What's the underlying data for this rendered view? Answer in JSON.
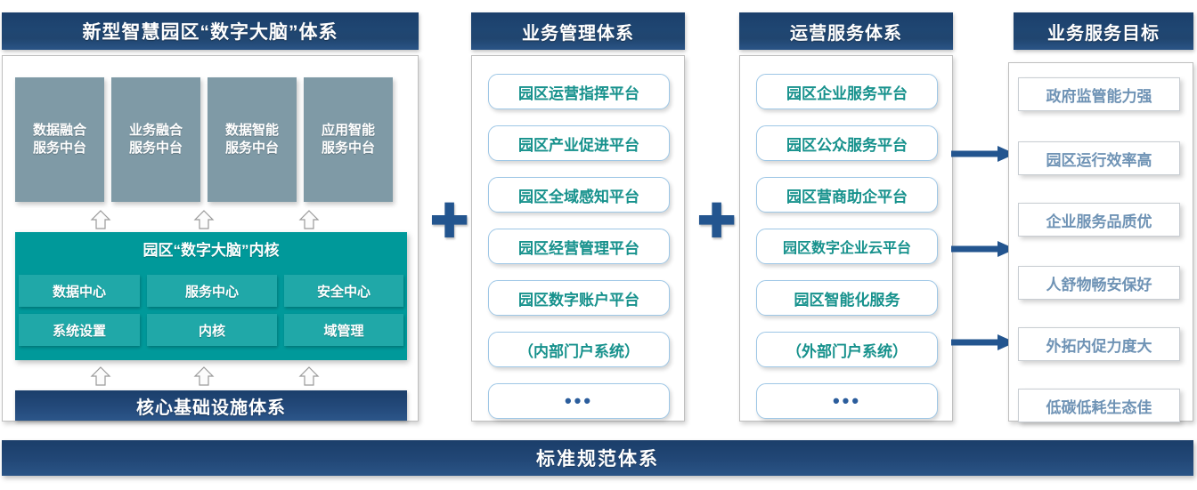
{
  "columns": [
    {
      "title": "新型智慧园区“数字大脑”体系",
      "mid_platforms": [
        {
          "line1": "数据融合",
          "line2": "服务中台"
        },
        {
          "line1": "业务融合",
          "line2": "服务中台"
        },
        {
          "line1": "数据智能",
          "line2": "服务中台"
        },
        {
          "line1": "应用智能",
          "line2": "服务中台"
        }
      ],
      "kernel_title": "园区“数字大脑”内核",
      "kernel_cells": [
        "数据中心",
        "服务中心",
        "安全中心",
        "系统设置",
        "内核",
        "域管理"
      ],
      "infrastructure": "核心基础设施体系"
    },
    {
      "title": "业务管理体系",
      "items": [
        "园区运营指挥平台",
        "园区产业促进平台",
        "园区全域感知平台",
        "园区经营管理平台",
        "园区数字账户平台",
        "（内部门户系统）",
        "•••"
      ]
    },
    {
      "title": "运营服务体系",
      "items": [
        "园区企业服务平台",
        "园区公众服务平台",
        "园区营商助企平台",
        "园区数字企业云平台",
        "园区智能化服务",
        "（外部门户系统）",
        "•••"
      ]
    },
    {
      "title": "业务服务目标",
      "items": [
        "政府监管能力强",
        "园区运行效率高",
        "企业服务品质优",
        "人舒物畅安保好",
        "外拓内促力度大",
        "低碳低耗生态佳"
      ]
    }
  ],
  "connectors": {
    "plus1": "✚",
    "plus2": "✚"
  },
  "footer": {
    "title": "标准规范体系"
  },
  "colors": {
    "header_blue": "#1f4672",
    "teal": "#00999a",
    "teal_cell": "#20a8a8",
    "mid_gray": "#7f9aa6",
    "pill_text": "#16918c",
    "goal_text": "#6f93b5",
    "arrow_blue": "#23558f"
  }
}
